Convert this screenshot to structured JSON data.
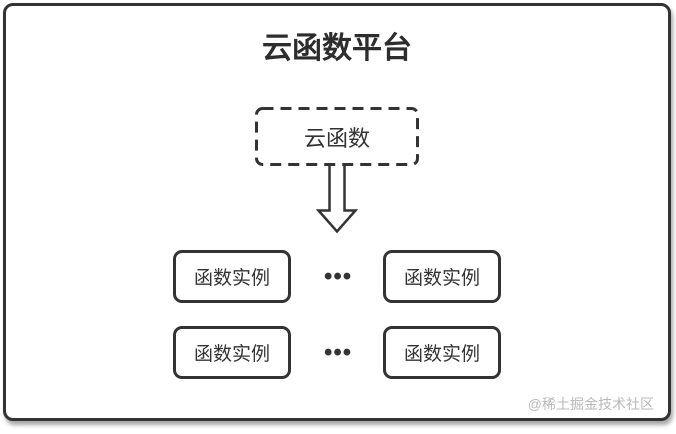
{
  "diagram": {
    "title": "云函数平台",
    "cloud_function": {
      "label": "云函数"
    },
    "rows": [
      {
        "left_label": "函数实例",
        "ellipsis": "•••",
        "right_label": "函数实例"
      },
      {
        "left_label": "函数实例",
        "ellipsis": "•••",
        "right_label": "函数实例"
      }
    ],
    "watermark": "@稀土掘金技术社区",
    "colors": {
      "border": "#333333",
      "title_text": "#2d2d2d",
      "body_text": "#333333",
      "watermark_text": "#b9b9b9",
      "background": "#ffffff"
    }
  }
}
